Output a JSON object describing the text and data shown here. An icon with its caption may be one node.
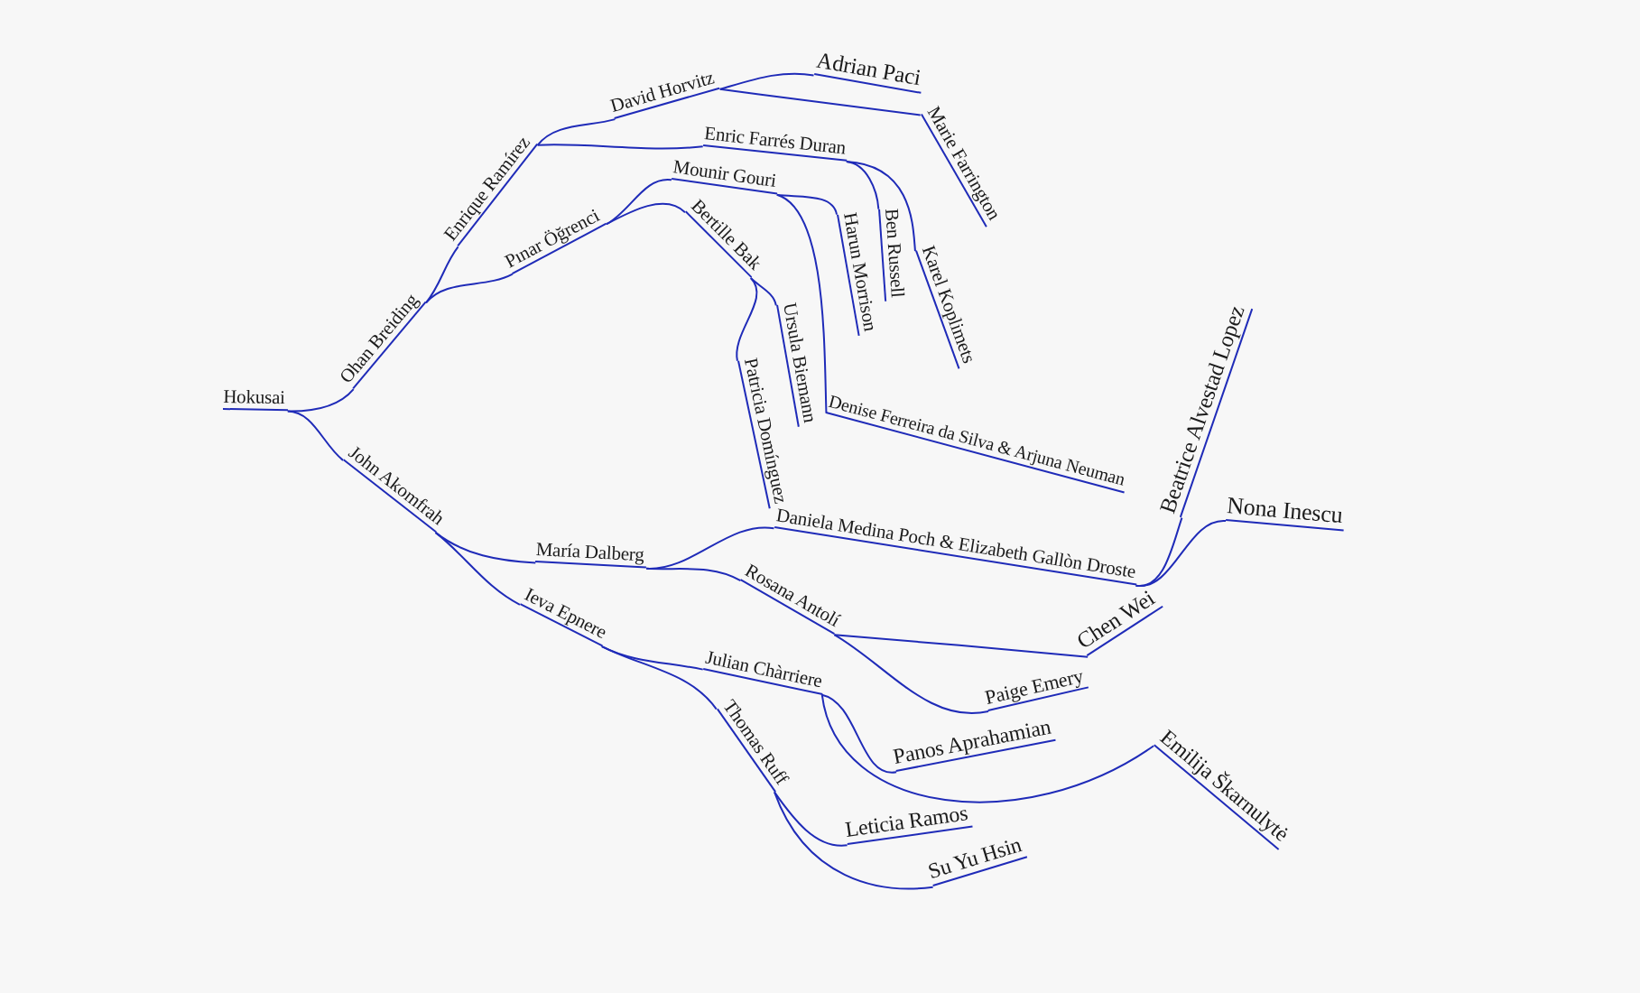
{
  "diagram": {
    "nodes": [
      {
        "text": [
          "Hokusai"
        ]
      },
      {
        "text": [
          "Ohan Breiding"
        ]
      },
      {
        "text": [
          "Enrique Ramírez"
        ]
      },
      {
        "text": [
          "Pınar Öğrenci"
        ]
      },
      {
        "text": [
          "David Horvitz"
        ]
      },
      {
        "text": [
          "Enric Farrés Duran"
        ]
      },
      {
        "text": [
          "Adrian Paci"
        ]
      },
      {
        "text": [
          "Marie Farrington"
        ]
      },
      {
        "text": [
          "Karel Koplimets"
        ]
      },
      {
        "text": [
          "Ben Russell"
        ]
      },
      {
        "text": [
          "Mounir Gouri"
        ]
      },
      {
        "text": [
          "Bertille Bak"
        ]
      },
      {
        "text": [
          "Harun Morrison"
        ]
      },
      {
        "text": [
          "Denise Ferreira da Silva & Arjuna Neuman"
        ]
      },
      {
        "text": [
          "Ursula Biemann"
        ]
      },
      {
        "text": [
          "Patricia Domínguez"
        ]
      },
      {
        "text": [
          "John Akomfrah"
        ]
      },
      {
        "text": [
          "María Dalberg"
        ]
      },
      {
        "text": [
          "Ieva Epnere"
        ]
      },
      {
        "text": [
          "Daniela Medina Poch & Elizabeth Gallòn Droste"
        ]
      },
      {
        "text": [
          "Rosana Antolí"
        ]
      },
      {
        "text": [
          "Beatrice Alvestad Lopez"
        ]
      },
      {
        "text": [
          "Nona Inescu"
        ]
      },
      {
        "text": [
          "Chen Wei"
        ]
      },
      {
        "text": [
          "Paige Emery"
        ]
      },
      {
        "text": [
          "Julian Chàrriere"
        ]
      },
      {
        "text": [
          "Thomas Ruff"
        ]
      },
      {
        "text": [
          "Panos Aprahamian"
        ]
      },
      {
        "text": [
          "Emilija Škarnulytė"
        ]
      },
      {
        "text": [
          "Leticia Ramos"
        ]
      },
      {
        "text": [
          "Su Yu Hsin"
        ]
      }
    ],
    "edges": [
      {
        "from": 0,
        "to": 1,
        "arrow": "none"
      },
      {
        "from": 0,
        "to": 16,
        "arrow": "none"
      },
      {
        "from": 1,
        "to": 2,
        "arrow": "none"
      },
      {
        "from": 1,
        "to": 3,
        "arrow": "none"
      },
      {
        "from": 2,
        "to": 4,
        "arrow": "none"
      },
      {
        "from": 2,
        "to": 5,
        "arrow": "none"
      },
      {
        "from": 4,
        "to": 6,
        "arrow": "none"
      },
      {
        "from": 4,
        "to": 7,
        "arrow": "none"
      },
      {
        "from": 5,
        "to": 8,
        "arrow": "none"
      },
      {
        "from": 5,
        "to": 9,
        "arrow": "none"
      },
      {
        "from": 3,
        "to": 10,
        "arrow": "none"
      },
      {
        "from": 3,
        "to": 11,
        "arrow": "none"
      },
      {
        "from": 10,
        "to": 12,
        "arrow": "none"
      },
      {
        "from": 10,
        "to": 13,
        "arrow": "none"
      },
      {
        "from": 11,
        "to": 14,
        "arrow": "none"
      },
      {
        "from": 11,
        "to": 15,
        "arrow": "none"
      },
      {
        "from": 16,
        "to": 17,
        "arrow": "none"
      },
      {
        "from": 16,
        "to": 18,
        "arrow": "none"
      },
      {
        "from": 17,
        "to": 19,
        "arrow": "none"
      },
      {
        "from": 17,
        "to": 20,
        "arrow": "none"
      },
      {
        "from": 19,
        "to": 21,
        "arrow": "none"
      },
      {
        "from": 19,
        "to": 22,
        "arrow": "none"
      },
      {
        "from": 20,
        "to": 23,
        "arrow": "none"
      },
      {
        "from": 20,
        "to": 24,
        "arrow": "none"
      },
      {
        "from": 18,
        "to": 25,
        "arrow": "none"
      },
      {
        "from": 18,
        "to": 26,
        "arrow": "none"
      },
      {
        "from": 25,
        "to": 27,
        "arrow": "none"
      },
      {
        "from": 25,
        "to": 28,
        "arrow": "none"
      },
      {
        "from": 26,
        "to": 29,
        "arrow": "none"
      },
      {
        "from": 26,
        "to": 30,
        "arrow": "none"
      }
    ]
  }
}
